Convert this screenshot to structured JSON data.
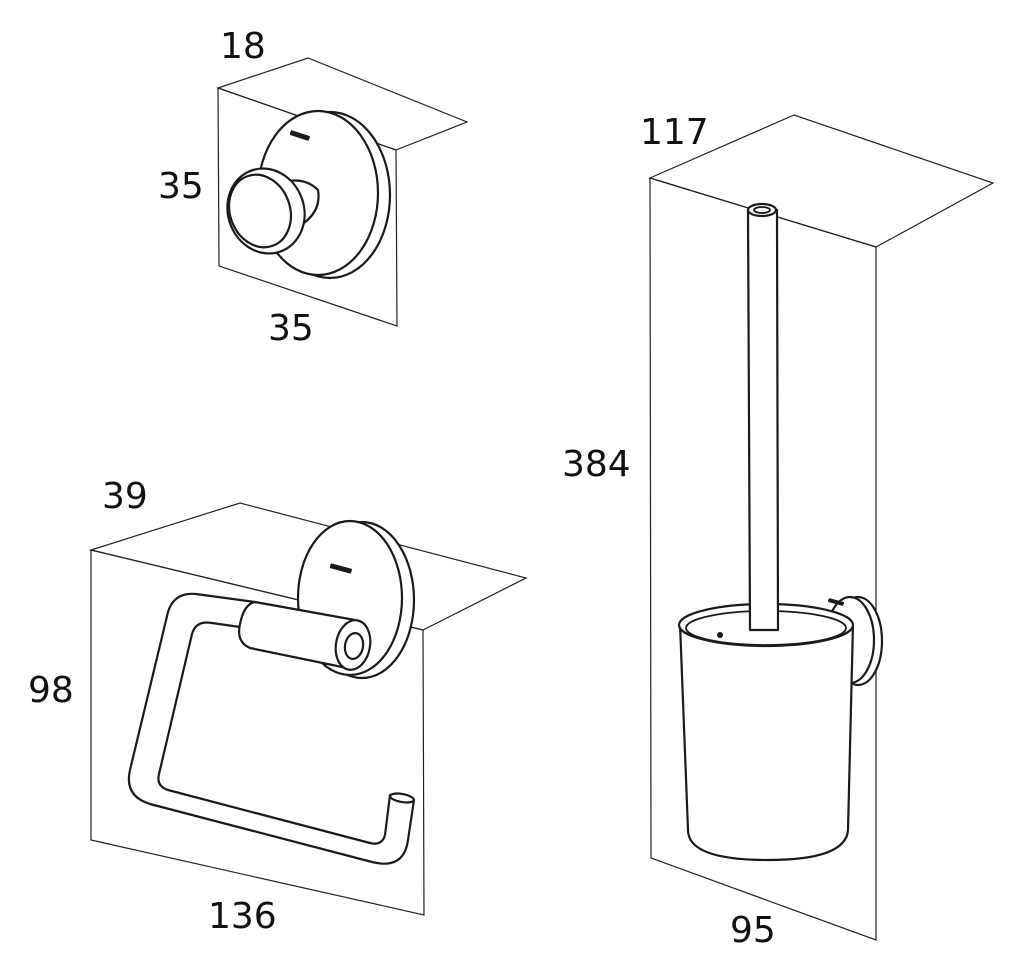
{
  "hook": {
    "depth": "18",
    "height": "35",
    "width": "35"
  },
  "paper_holder": {
    "depth": "39",
    "height": "98",
    "width": "136"
  },
  "brush_holder": {
    "depth": "117",
    "height": "384",
    "width": "95"
  },
  "colors": {
    "line": "#1a1a1a",
    "background": "#ffffff"
  }
}
